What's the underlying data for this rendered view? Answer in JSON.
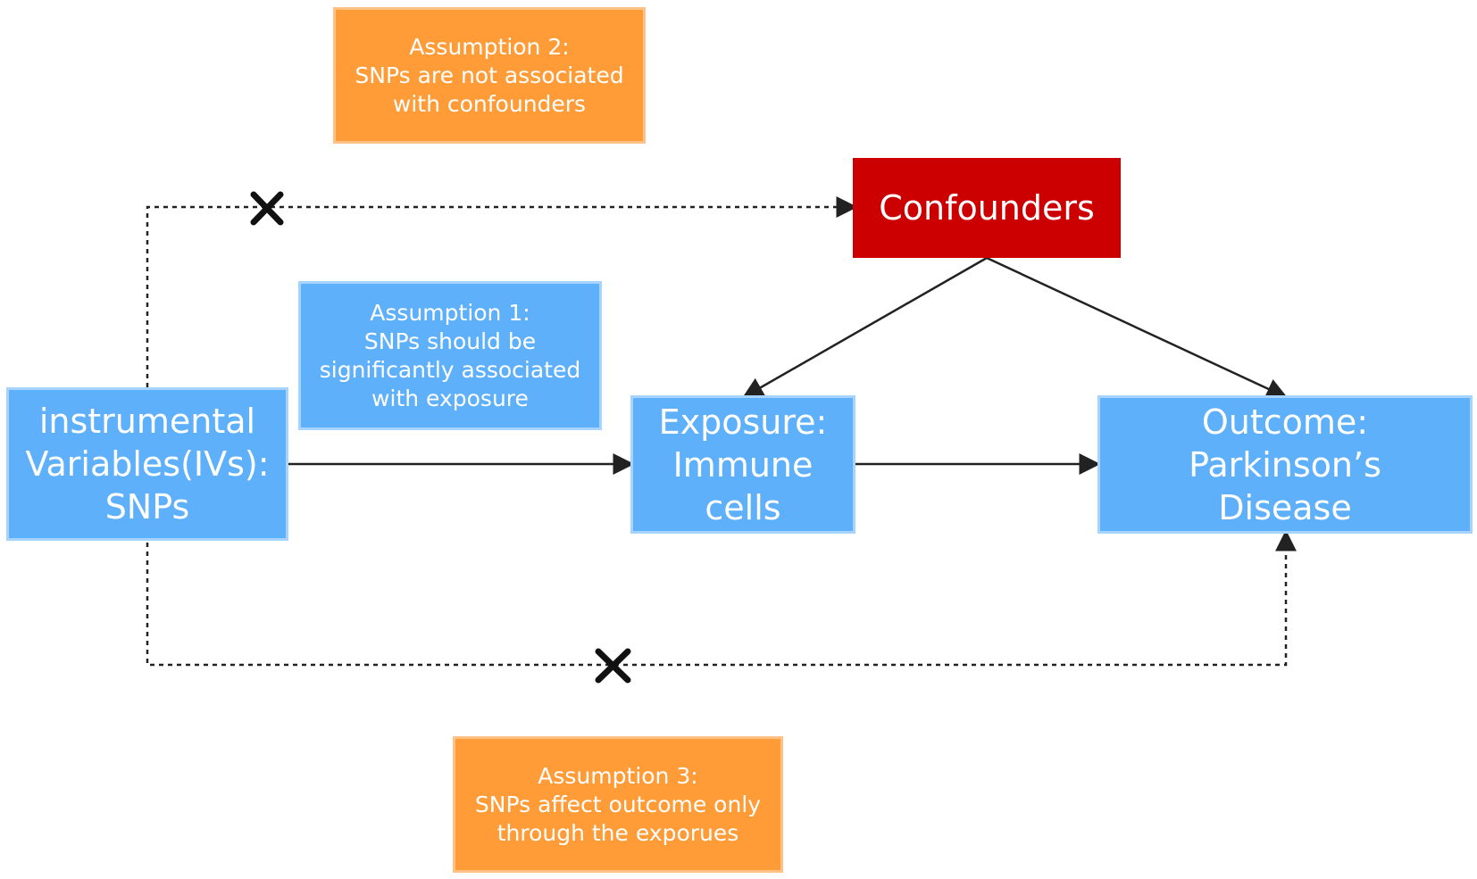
{
  "colors": {
    "node_fill": "#5EB0FB",
    "node_border": "#A7D3FF",
    "assumption_fill": "#FF9C38",
    "assumption_border": "#FFC185",
    "confounder_fill": "#CC0000",
    "arrow": "#222222"
  },
  "nodes": {
    "ivs": "instrumental\nVariables(IVs):\nSNPs",
    "exposure": "Exposure:\nImmune\ncells",
    "outcome": "Outcome:\nParkinson’s\nDisease",
    "confounders": "Confounders"
  },
  "assumptions": {
    "a1": "Assumption 1:\nSNPs should be\nsignificantly associated\nwith exposure",
    "a2": "Assumption 2:\nSNPs are not associated\nwith confounders",
    "a3": "Assumption 3:\nSNPs affect outcome only\nthrough the exporues"
  },
  "icons": {
    "blocked_top": "cross-mark-icon",
    "blocked_bottom": "cross-mark-icon"
  }
}
